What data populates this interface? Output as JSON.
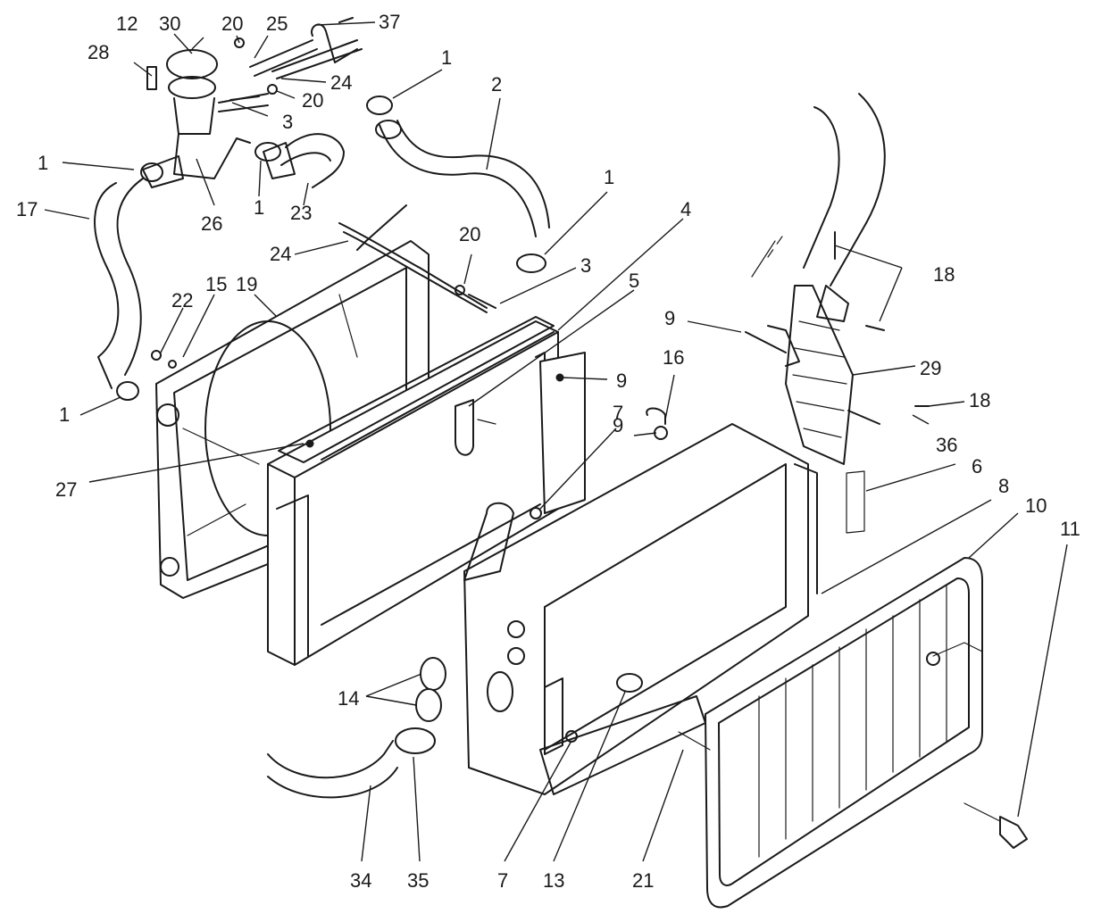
{
  "colors": {
    "ink": "#1a1a1a",
    "background": "#ffffff"
  },
  "callouts": [
    {
      "id": "c12",
      "text": "12"
    },
    {
      "id": "c30",
      "text": "30"
    },
    {
      "id": "c20a",
      "text": "20"
    },
    {
      "id": "c25",
      "text": "25"
    },
    {
      "id": "c37",
      "text": "37"
    },
    {
      "id": "c28",
      "text": "28"
    },
    {
      "id": "c1a",
      "text": "1"
    },
    {
      "id": "c2",
      "text": "2"
    },
    {
      "id": "c24a",
      "text": "24"
    },
    {
      "id": "c20b",
      "text": "20"
    },
    {
      "id": "c3a",
      "text": "3"
    },
    {
      "id": "c1b",
      "text": "1"
    },
    {
      "id": "c17",
      "text": "17"
    },
    {
      "id": "c26",
      "text": "26"
    },
    {
      "id": "c1c",
      "text": "1"
    },
    {
      "id": "c23",
      "text": "23"
    },
    {
      "id": "c1d",
      "text": "1"
    },
    {
      "id": "c4",
      "text": "4"
    },
    {
      "id": "c24b",
      "text": "24"
    },
    {
      "id": "c20c",
      "text": "20"
    },
    {
      "id": "c3b",
      "text": "3"
    },
    {
      "id": "c19",
      "text": "19"
    },
    {
      "id": "c15",
      "text": "15"
    },
    {
      "id": "c22",
      "text": "22"
    },
    {
      "id": "c5",
      "text": "5"
    },
    {
      "id": "c18a",
      "text": "18"
    },
    {
      "id": "c9a",
      "text": "9"
    },
    {
      "id": "c16",
      "text": "16"
    },
    {
      "id": "c29",
      "text": "29"
    },
    {
      "id": "c9b",
      "text": "9"
    },
    {
      "id": "c18b",
      "text": "18"
    },
    {
      "id": "c1e",
      "text": "1"
    },
    {
      "id": "c9c",
      "text": "9"
    },
    {
      "id": "c7a",
      "text": "7"
    },
    {
      "id": "c36",
      "text": "36"
    },
    {
      "id": "c27",
      "text": "27"
    },
    {
      "id": "c6",
      "text": "6"
    },
    {
      "id": "c8",
      "text": "8"
    },
    {
      "id": "c10",
      "text": "10"
    },
    {
      "id": "c11",
      "text": "11"
    },
    {
      "id": "c14",
      "text": "14"
    },
    {
      "id": "c34",
      "text": "34"
    },
    {
      "id": "c35",
      "text": "35"
    },
    {
      "id": "c7b",
      "text": "7"
    },
    {
      "id": "c13",
      "text": "13"
    },
    {
      "id": "c21",
      "text": "21"
    }
  ]
}
